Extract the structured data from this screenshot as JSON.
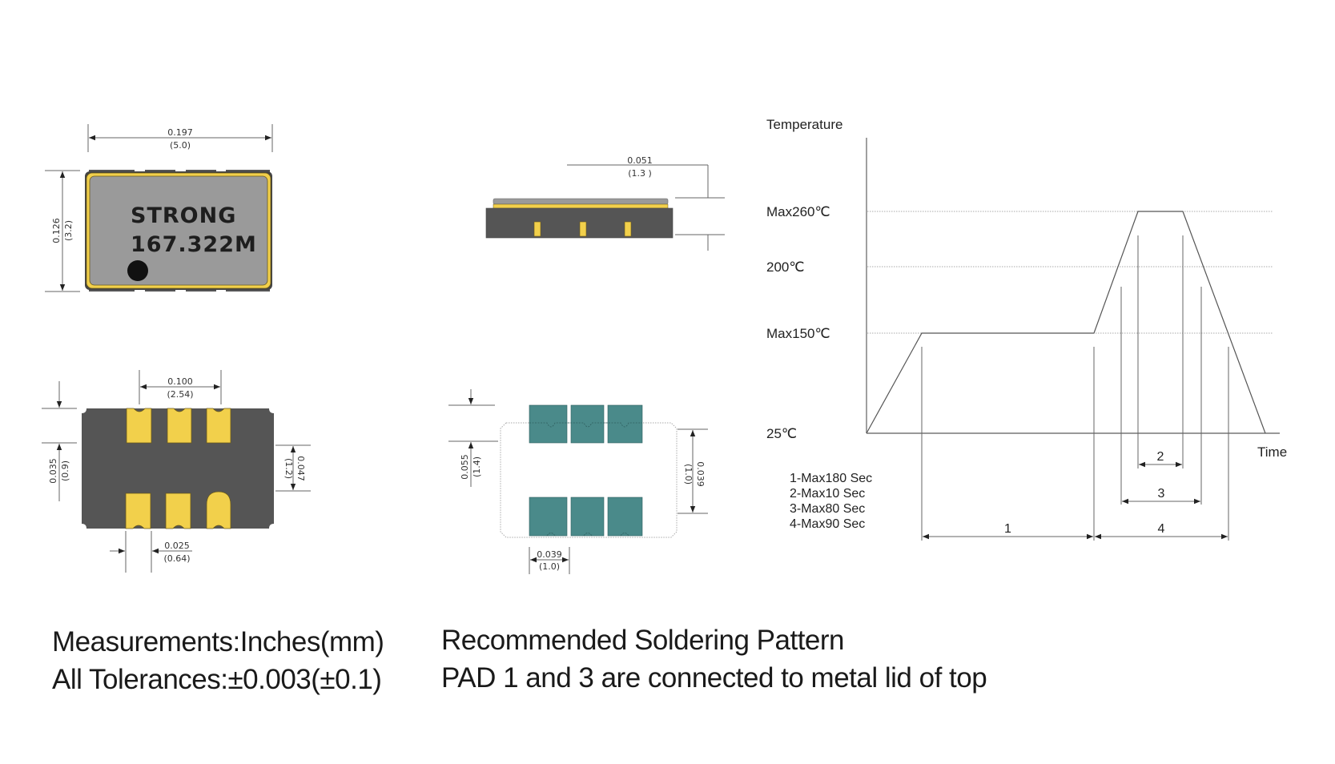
{
  "top_view": {
    "width_in": "0.197",
    "width_mm": "(5.0)",
    "height_in": "0.126",
    "height_mm": "(3.2)",
    "marking_line1": "STRONG",
    "marking_line2": "167.322M"
  },
  "side_view": {
    "height_in": "0.051",
    "height_mm": "(1.3 )"
  },
  "bottom_view": {
    "pitch_in": "0.100",
    "pitch_mm": "(2.54)",
    "pad_len_in": "0.035",
    "pad_len_mm": "(0.9)",
    "gap_in": "0.047",
    "gap_mm": "(1.2)",
    "pad_w_in": "0.025",
    "pad_w_mm": "(0.64)"
  },
  "footprint": {
    "pad_len_in": "0.055",
    "pad_len_mm": "(1.4)",
    "gap_in": "0.039",
    "gap_mm": "(1.0)",
    "pad_w_in": "0.039",
    "pad_w_mm": "(1.0)"
  },
  "colors": {
    "lid": "#9a9a9a",
    "gold": "#f2d04b",
    "body": "#555555",
    "pad": "#4a8a8a"
  },
  "chart_data": {
    "type": "line",
    "title": "Reflow Soldering Profile",
    "ylabel": "Temperature",
    "xlabel": "Time",
    "y_ticks": [
      "Max260℃",
      "200℃",
      "Max150℃",
      "25℃"
    ],
    "y_tick_values": [
      260,
      200,
      150,
      25
    ],
    "profile": [
      {
        "t": 0,
        "temp": 25
      },
      {
        "t": 60,
        "temp": 150
      },
      {
        "t": 240,
        "temp": 150
      },
      {
        "t": 290,
        "temp": 260
      },
      {
        "t": 300,
        "temp": 260
      },
      {
        "t": 390,
        "temp": 25
      }
    ],
    "intervals": [
      {
        "label": "1",
        "desc": "1-Max180 Sec"
      },
      {
        "label": "2",
        "desc": "2-Max10 Sec"
      },
      {
        "label": "3",
        "desc": "3-Max80 Sec"
      },
      {
        "label": "4",
        "desc": "4-Max90 Sec"
      }
    ],
    "grid": true,
    "legend": "bottom-left"
  },
  "notes": {
    "measure_line1": "Measurements:Inches(mm)",
    "measure_line2": "All Tolerances:±0.003(±0.1)",
    "solder_line1": "Recommended Soldering Pattern",
    "solder_line2": "PAD 1 and 3 are connected to metal lid of top"
  }
}
